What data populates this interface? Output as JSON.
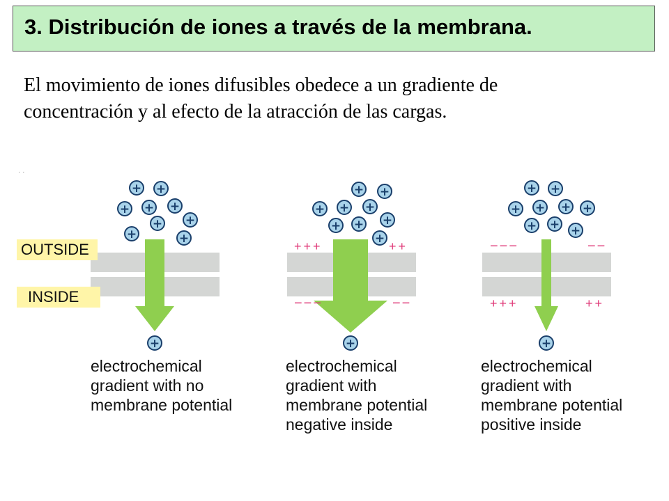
{
  "title": "3. Distribución de iones a través de la membrana.",
  "intro": {
    "line1": "El movimiento de iones difusibles obedece a un gradiente de",
    "line2": "concentración y al efecto de la atracción de las cargas."
  },
  "labels": {
    "outside": "OUTSIDE",
    "inside": "INSIDE"
  },
  "panels": [
    {
      "caption": [
        "electrochemical",
        "gradient with no",
        "membrane potential"
      ],
      "outside_charge": "",
      "inside_charge": ""
    },
    {
      "caption": [
        "electrochemical",
        "gradient with",
        "membrane potential",
        "negative inside"
      ],
      "outside_charge": "+++",
      "outside_charge_right": "++",
      "inside_charge": "−−−",
      "inside_charge_right": "−−"
    },
    {
      "caption": [
        "electrochemical",
        "gradient with",
        "membrane potential",
        "positive inside"
      ],
      "outside_charge": "−−−",
      "outside_charge_right": "−−",
      "inside_charge": "+++",
      "inside_charge_right": "++"
    }
  ],
  "colors": {
    "title_bg": "#c3f0c3",
    "label_bg": "#fff5a8",
    "membrane": "#d4d6d4",
    "arrow": "#8fcf4f",
    "ion_fill": "#a9d3ea",
    "ion_stroke": "#1a3f6b",
    "charge": "#e03a78"
  },
  "ion_symbol": "+"
}
